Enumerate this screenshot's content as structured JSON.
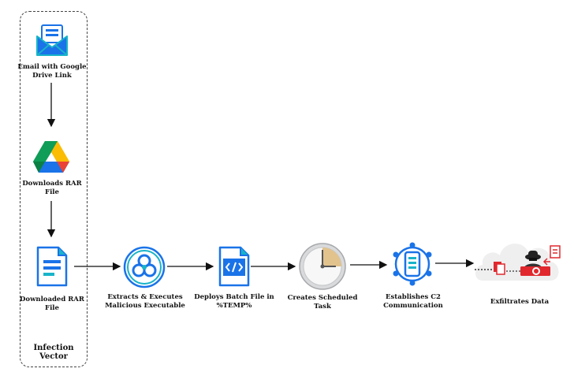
{
  "group": {
    "label": "Infection Vector"
  },
  "nodes": {
    "email": {
      "label": "Email with Google\nDrive Link",
      "icon": "email-icon"
    },
    "drive": {
      "label": "Downloads RAR\nFile",
      "icon": "google-drive-icon"
    },
    "rar": {
      "label": "Downloaded RAR\nFile",
      "icon": "document-icon"
    },
    "extract": {
      "label": "Extracts & Executes\nMalicious Executable",
      "icon": "biohazard-icon"
    },
    "batch": {
      "label": "Deploys Batch File in\n%TEMP%",
      "icon": "code-file-icon"
    },
    "task": {
      "label": "Creates Scheduled\nTask",
      "icon": "clock-icon"
    },
    "c2": {
      "label": "Establishes C2\nCommunication",
      "icon": "network-device-icon"
    },
    "exfil": {
      "label": "Exfiltrates Data",
      "icon": "cloud-hacker-icon"
    }
  },
  "colors": {
    "blue": "#1a73e8",
    "cyan": "#18b4c9",
    "red": "#e0282e",
    "arrow": "#111111"
  }
}
